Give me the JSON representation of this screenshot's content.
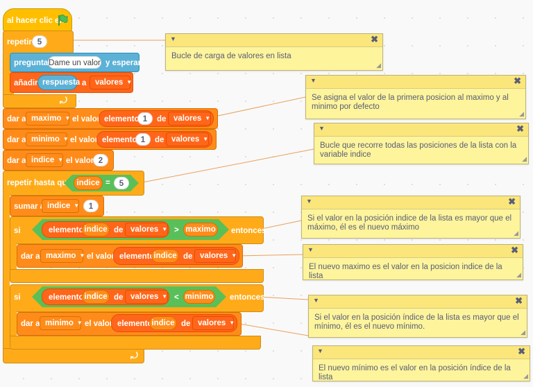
{
  "script": {
    "hat": {
      "label": "al hacer clic en",
      "icon": "green-flag-icon"
    },
    "repeat": {
      "label": "repetir",
      "count": "5"
    },
    "ask": {
      "label": "preguntar",
      "question": "Dame un valor",
      "suffix": "y esperar"
    },
    "add": {
      "label": "añadir",
      "value": "respuesta",
      "to": "a",
      "list": "valores"
    },
    "set_max": {
      "label": "dar a",
      "var": "maximo",
      "mid": "el valor",
      "item": "elemento",
      "index": "1",
      "of": "de",
      "list": "valores"
    },
    "set_min": {
      "label": "dar a",
      "var": "minimo",
      "mid": "el valor",
      "item": "elemento",
      "index": "1",
      "of": "de",
      "list": "valores"
    },
    "set_idx": {
      "label": "dar a",
      "var": "indice",
      "mid": "el valor",
      "value": "2"
    },
    "repeat_until": {
      "label": "repetir hasta que",
      "var": "indice",
      "op": "=",
      "value": "5"
    },
    "change": {
      "label": "sumar a",
      "var": "indice",
      "value": "1"
    },
    "if1": {
      "label": "si",
      "item": "elemento",
      "index": "indice",
      "of": "de",
      "list": "valores",
      "op": ">",
      "var": "maximo",
      "then": "entonces"
    },
    "set_max2": {
      "label": "dar a",
      "var": "maximo",
      "mid": "el valor",
      "item": "elemento",
      "index": "indice",
      "of": "de",
      "list": "valores"
    },
    "if2": {
      "label": "si",
      "item": "elemento",
      "index": "indice",
      "of": "de",
      "list": "valores",
      "op": "<",
      "var": "minimo",
      "then": "entonces"
    },
    "set_min2": {
      "label": "dar a",
      "var": "minimo",
      "mid": "el valor",
      "item": "elemento",
      "index": "indice",
      "of": "de",
      "list": "valores"
    }
  },
  "notes": [
    {
      "text": "Bucle de carga de valores en lista"
    },
    {
      "text": "Se asigna el valor de la primera posicion al maximo y al minimo por defecto"
    },
    {
      "text": "Bucle que recorre todas las posiciones de la lista con la variable indice"
    },
    {
      "text": "Si el valor en la posición indice de la lista es mayor que el máximo, él es el nuevo máximo"
    },
    {
      "text": "El nuevo maximo es el valor en la posicion indice de la lista"
    },
    {
      "text": "Si el valor en la posición índice de la lista es mayor que el mínimo, él es el nuevo mínimo."
    },
    {
      "text": "El nuevo mínimo es el valor en la posición índice de la lista"
    }
  ],
  "icons": {
    "close": "close-icon",
    "collapse": "collapse-arrow-icon",
    "loop": "loop-arrow-icon"
  },
  "colors": {
    "control": "#ffab19",
    "data": "#ff8c1a",
    "list": "#ff661a",
    "operators": "#59c059",
    "sensing": "#5cb1d6",
    "note": "#fef49c"
  }
}
